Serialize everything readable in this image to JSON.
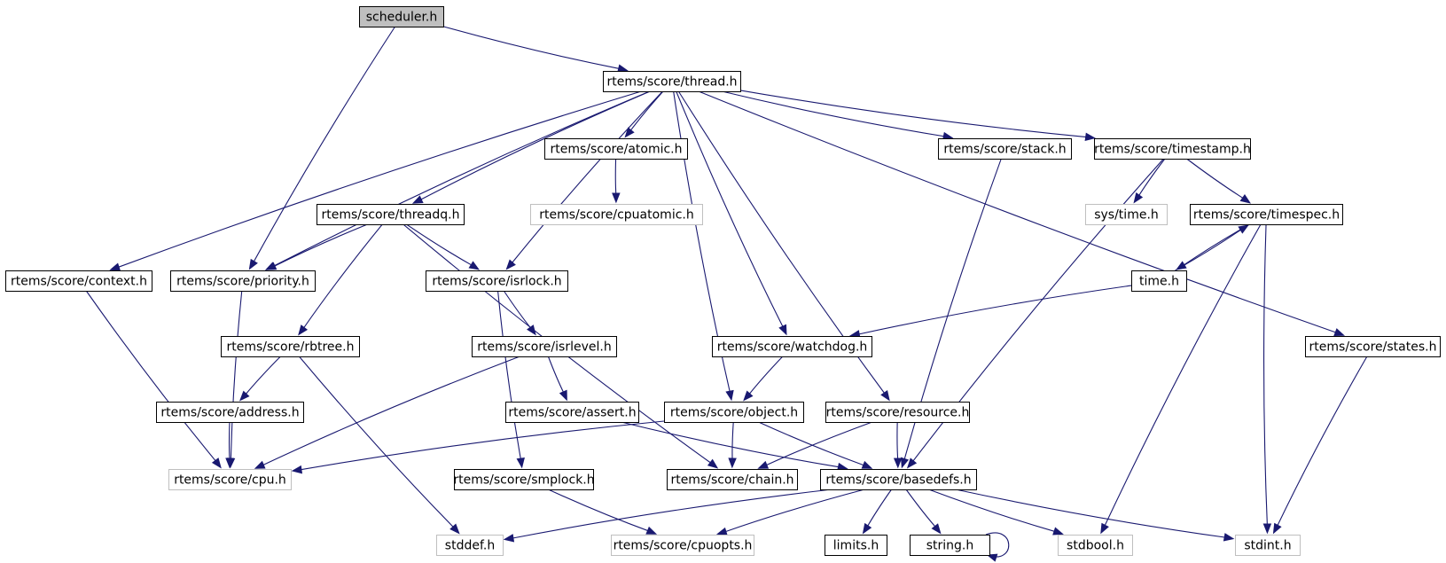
{
  "graph": {
    "nodes": [
      {
        "id": "scheduler",
        "label": "scheduler.h",
        "style": "root"
      },
      {
        "id": "thread",
        "label": "rtems/score/thread.h",
        "style": "normal"
      },
      {
        "id": "atomic",
        "label": "rtems/score/atomic.h",
        "style": "normal"
      },
      {
        "id": "stack",
        "label": "rtems/score/stack.h",
        "style": "normal"
      },
      {
        "id": "timestamp",
        "label": "rtems/score/timestamp.h",
        "style": "normal"
      },
      {
        "id": "cpuatomic",
        "label": "rtems/score/cpuatomic.h",
        "style": "external"
      },
      {
        "id": "threadq",
        "label": "rtems/score/threadq.h",
        "style": "normal"
      },
      {
        "id": "systime",
        "label": "sys/time.h",
        "style": "external"
      },
      {
        "id": "timespec",
        "label": "rtems/score/timespec.h",
        "style": "normal"
      },
      {
        "id": "context",
        "label": "rtems/score/context.h",
        "style": "normal"
      },
      {
        "id": "priority",
        "label": "rtems/score/priority.h",
        "style": "normal"
      },
      {
        "id": "isrlock",
        "label": "rtems/score/isrlock.h",
        "style": "normal"
      },
      {
        "id": "timeh",
        "label": "time.h",
        "style": "normal"
      },
      {
        "id": "rbtree",
        "label": "rtems/score/rbtree.h",
        "style": "normal"
      },
      {
        "id": "isrlevel",
        "label": "rtems/score/isrlevel.h",
        "style": "normal"
      },
      {
        "id": "watchdog",
        "label": "rtems/score/watchdog.h",
        "style": "normal"
      },
      {
        "id": "states",
        "label": "rtems/score/states.h",
        "style": "normal"
      },
      {
        "id": "address",
        "label": "rtems/score/address.h",
        "style": "normal"
      },
      {
        "id": "assert",
        "label": "rtems/score/assert.h",
        "style": "normal"
      },
      {
        "id": "object",
        "label": "rtems/score/object.h",
        "style": "normal"
      },
      {
        "id": "resource",
        "label": "rtems/score/resource.h",
        "style": "normal"
      },
      {
        "id": "cpu",
        "label": "rtems/score/cpu.h",
        "style": "external"
      },
      {
        "id": "smplock",
        "label": "rtems/score/smplock.h",
        "style": "normal"
      },
      {
        "id": "chain",
        "label": "rtems/score/chain.h",
        "style": "normal"
      },
      {
        "id": "basedefs",
        "label": "rtems/score/basedefs.h",
        "style": "normal"
      },
      {
        "id": "stddef",
        "label": "stddef.h",
        "style": "external"
      },
      {
        "id": "cpuopts",
        "label": "rtems/score/cpuopts.h",
        "style": "external"
      },
      {
        "id": "limits",
        "label": "limits.h",
        "style": "normal"
      },
      {
        "id": "string",
        "label": "string.h",
        "style": "normal"
      },
      {
        "id": "stdbool",
        "label": "stdbool.h",
        "style": "external"
      },
      {
        "id": "stdint",
        "label": "stdint.h",
        "style": "external"
      }
    ],
    "edges": [
      [
        "scheduler",
        "thread"
      ],
      [
        "scheduler",
        "priority"
      ],
      [
        "thread",
        "atomic"
      ],
      [
        "thread",
        "stack"
      ],
      [
        "thread",
        "timestamp"
      ],
      [
        "thread",
        "threadq"
      ],
      [
        "thread",
        "context"
      ],
      [
        "thread",
        "priority"
      ],
      [
        "thread",
        "isrlock"
      ],
      [
        "thread",
        "watchdog"
      ],
      [
        "thread",
        "object"
      ],
      [
        "thread",
        "resource"
      ],
      [
        "thread",
        "states"
      ],
      [
        "atomic",
        "cpuatomic"
      ],
      [
        "stack",
        "basedefs"
      ],
      [
        "timestamp",
        "systime"
      ],
      [
        "timestamp",
        "timespec"
      ],
      [
        "timestamp",
        "basedefs"
      ],
      [
        "threadq",
        "priority"
      ],
      [
        "threadq",
        "isrlock"
      ],
      [
        "threadq",
        "rbtree"
      ],
      [
        "threadq",
        "chain"
      ],
      [
        "timespec",
        "timeh"
      ],
      [
        "timespec",
        "stdbool"
      ],
      [
        "timespec",
        "stdint"
      ],
      [
        "timeh",
        "timespec"
      ],
      [
        "timeh",
        "watchdog"
      ],
      [
        "context",
        "cpu"
      ],
      [
        "priority",
        "cpu"
      ],
      [
        "isrlock",
        "isrlevel"
      ],
      [
        "isrlock",
        "smplock"
      ],
      [
        "rbtree",
        "address"
      ],
      [
        "rbtree",
        "stddef"
      ],
      [
        "isrlevel",
        "assert"
      ],
      [
        "isrlevel",
        "cpu"
      ],
      [
        "watchdog",
        "object"
      ],
      [
        "states",
        "stdint"
      ],
      [
        "address",
        "cpu"
      ],
      [
        "assert",
        "basedefs"
      ],
      [
        "object",
        "cpu"
      ],
      [
        "object",
        "chain"
      ],
      [
        "object",
        "basedefs"
      ],
      [
        "resource",
        "chain"
      ],
      [
        "resource",
        "basedefs"
      ],
      [
        "smplock",
        "cpuopts"
      ],
      [
        "basedefs",
        "stddef"
      ],
      [
        "basedefs",
        "cpuopts"
      ],
      [
        "basedefs",
        "limits"
      ],
      [
        "basedefs",
        "string"
      ],
      [
        "basedefs",
        "stdbool"
      ],
      [
        "basedefs",
        "stdint"
      ],
      [
        "string",
        "string"
      ]
    ]
  }
}
